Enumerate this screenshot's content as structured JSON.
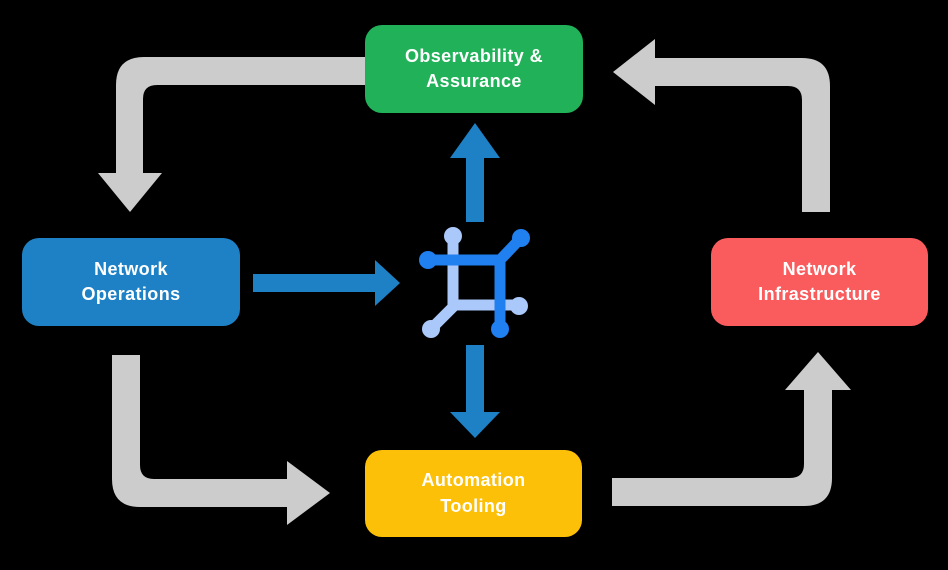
{
  "diagram": {
    "background_color": "#000000",
    "text_color": "#ffffff",
    "nodes": {
      "observability": {
        "label": "Observability &\nAssurance",
        "color": "#21b158"
      },
      "operations": {
        "label": "Network\nOperations",
        "color": "#1e81c5"
      },
      "infrastructure": {
        "label": "Network\nInfrastructure",
        "color": "#fa5c5e"
      },
      "automation": {
        "label": "Automation\nTooling",
        "color": "#fdc008"
      }
    },
    "arrows": {
      "cycle_color": "#cccccc",
      "center_flow_color": "#1e81c5",
      "cycle": [
        "observability-to-operations",
        "operations-to-automation",
        "automation-to-infrastructure",
        "infrastructure-to-observability"
      ],
      "center_flows": [
        "operations-to-center",
        "center-to-observability",
        "center-to-automation"
      ]
    },
    "center_icon": {
      "name": "network-fabric-icon",
      "dark_color": "#2080f0",
      "light_color": "#aac8fa"
    }
  }
}
